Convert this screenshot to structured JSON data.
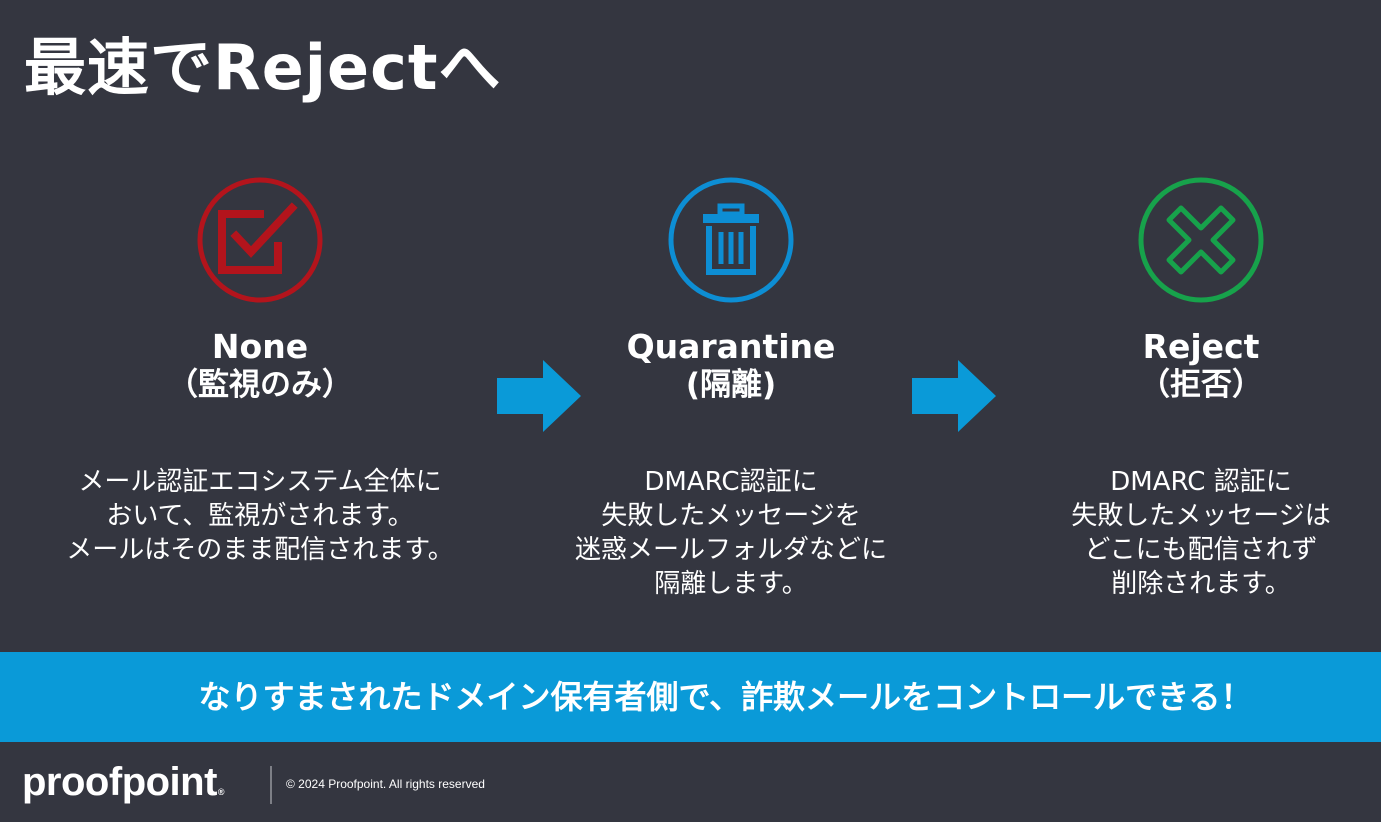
{
  "title": "最速でRejectへ",
  "colors": {
    "background": "#343640",
    "none": "#b3141c",
    "quarantine": "#0d8ed4",
    "reject": "#17a24b",
    "arrow": "#0a9ad8",
    "banner": "#0a9ad8"
  },
  "stages": [
    {
      "icon": "checkbox-icon",
      "name": "None",
      "sub": "（監視のみ）",
      "desc": "メール認証エコシステム全体に\nおいて、監視がされます。\nメールはそのまま配信されます。"
    },
    {
      "icon": "trash-icon",
      "name": "Quarantine",
      "sub": "(隔離)",
      "desc": "DMARC認証に\n失敗したメッセージを\n迷惑メールフォルダなどに\n隔離します。"
    },
    {
      "icon": "x-icon",
      "name": "Reject",
      "sub": "（拒否）",
      "desc": "DMARC 認証に\n失敗したメッセージは\nどこにも配信されず\n削除されます。"
    }
  ],
  "banner": "なりすまされたドメイン保有者側で、詐欺メールをコントロールできる！",
  "footer": {
    "logo": "proofpoint",
    "logo_mark": "®",
    "copyright": "© 2024  Proofpoint. All rights reserved"
  }
}
